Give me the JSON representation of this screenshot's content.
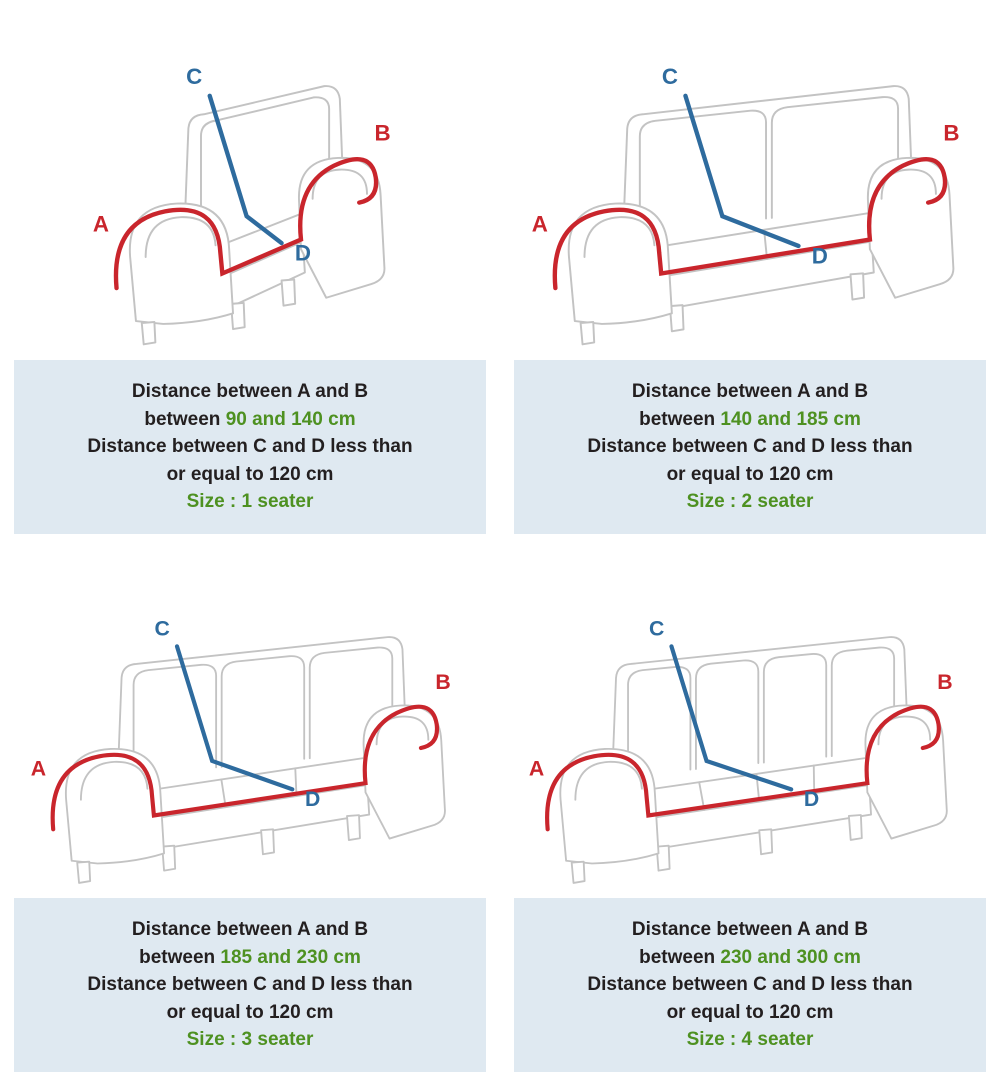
{
  "colors": {
    "red": "#c9252c",
    "blue": "#2e6b9e",
    "green": "#4e9121",
    "panel_bg": "#dfe9f1",
    "text": "#231f20",
    "sofa_outline": "#c3c3c3"
  },
  "panels": [
    {
      "seats": 1,
      "labels": {
        "a": "A",
        "b": "B",
        "c": "C",
        "d": "D"
      },
      "box": {
        "line1": "Distance between A and B",
        "line2_prefix": "between ",
        "line2_value": "90 and 140 cm",
        "line3": "Distance between C and D less than",
        "line4": "or equal to 120 cm",
        "size": "Size : 1 seater"
      }
    },
    {
      "seats": 2,
      "labels": {
        "a": "A",
        "b": "B",
        "c": "C",
        "d": "D"
      },
      "box": {
        "line1": "Distance between A and B",
        "line2_prefix": "between ",
        "line2_value": "140 and 185 cm",
        "line3": "Distance between C and D less than",
        "line4": "or equal to 120 cm",
        "size": "Size : 2 seater"
      }
    },
    {
      "seats": 3,
      "labels": {
        "a": "A",
        "b": "B",
        "c": "C",
        "d": "D"
      },
      "box": {
        "line1": "Distance between A and B",
        "line2_prefix": "between ",
        "line2_value": "185 and 230 cm",
        "line3": "Distance between C and D less than",
        "line4": "or equal to 120 cm",
        "size": "Size : 3 seater"
      }
    },
    {
      "seats": 4,
      "labels": {
        "a": "A",
        "b": "B",
        "c": "C",
        "d": "D"
      },
      "box": {
        "line1": "Distance between A and B",
        "line2_prefix": "between ",
        "line2_value": "230 and 300 cm",
        "line3": "Distance between C and D less than",
        "line4": "or equal to 120 cm",
        "size": "Size : 4 seater"
      }
    }
  ]
}
